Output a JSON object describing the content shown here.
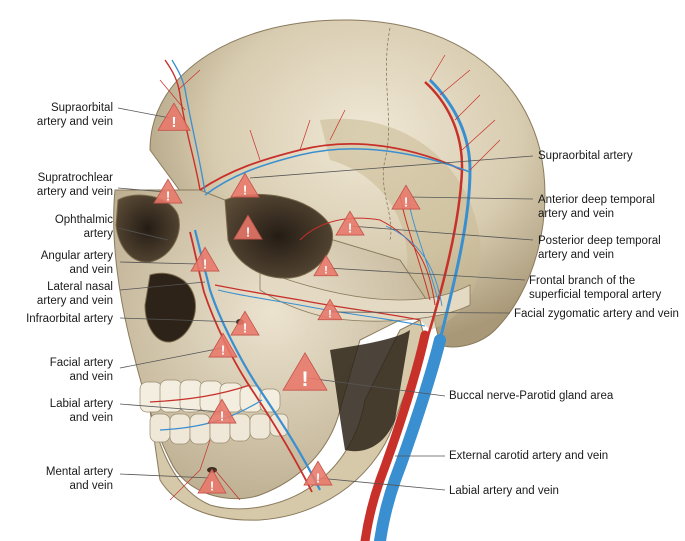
{
  "diagram": {
    "labels_left": [
      {
        "id": "supraorbital-artery-and-vein",
        "text": "Supraorbital\nartery and vein"
      },
      {
        "id": "supratrochlear-artery-and-vein",
        "text": "Supratrochlear\nartery and vein"
      },
      {
        "id": "ophthalmic-artery",
        "text": "Ophthalmic\nartery"
      },
      {
        "id": "angular-artery-and-vein",
        "text": "Angular artery\nand vein"
      },
      {
        "id": "lateral-nasal-artery-and-vein",
        "text": "Lateral nasal\nartery and vein"
      },
      {
        "id": "infraorbital-artery",
        "text": "Infraorbital artery"
      },
      {
        "id": "facial-artery-and-vein",
        "text": "Facial artery\nand vein"
      },
      {
        "id": "labial-artery-and-vein-left",
        "text": "Labial artery\nand vein"
      },
      {
        "id": "mental-artery-and-vein",
        "text": "Mental artery\nand vein"
      }
    ],
    "labels_right": [
      {
        "id": "supraorbital-artery",
        "text": "Supraorbital artery"
      },
      {
        "id": "anterior-deep-temporal",
        "text": "Anterior deep temporal\nartery and vein"
      },
      {
        "id": "posterior-deep-temporal",
        "text": "Posterior deep temporal\nartery and vein"
      },
      {
        "id": "frontal-branch-superficial-temporal",
        "text": "Frontal branch of the\nsuperficial temporal artery"
      },
      {
        "id": "facial-zygomatic-artery-and-vein",
        "text": "Facial zygomatic artery and vein"
      },
      {
        "id": "buccal-nerve-parotid",
        "text": "Buccal nerve-Parotid gland area"
      },
      {
        "id": "external-carotid-artery-and-vein",
        "text": "External carotid artery and vein"
      },
      {
        "id": "labial-artery-and-vein-right",
        "text": "Labial artery and vein"
      }
    ],
    "warning_symbol": "!",
    "colors": {
      "artery": "#c8302a",
      "vein": "#3a8fd0",
      "bone": "#d9ccb0",
      "warning_fill": "#e8776a",
      "leader": "#555555"
    }
  }
}
